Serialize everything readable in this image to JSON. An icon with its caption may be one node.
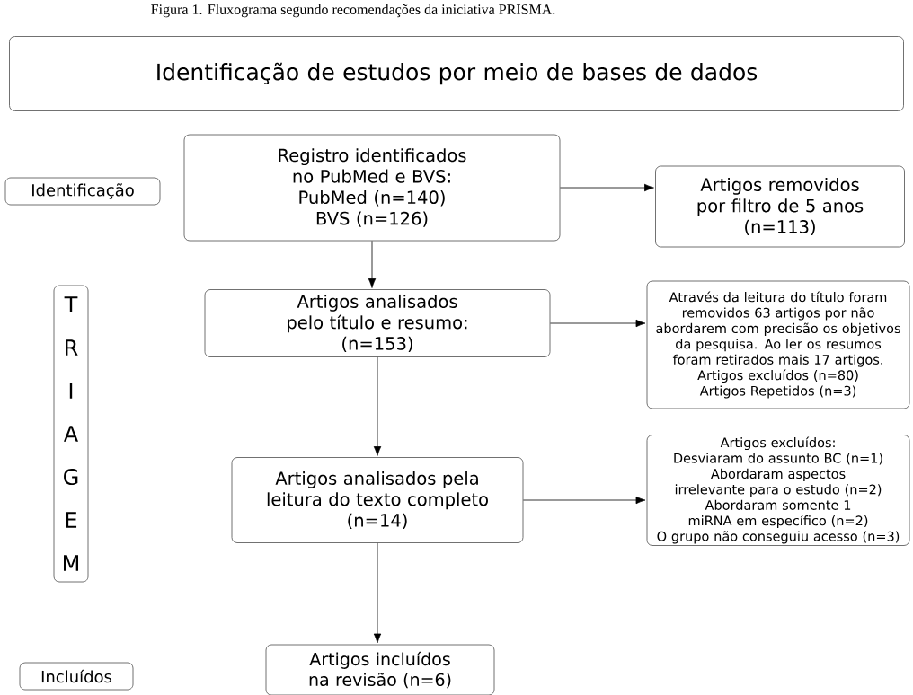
{
  "diagram": {
    "caption": "Figura 1. Fluxograma segundo recomendações da iniciativa PRISMA.",
    "nodes": [
      {
        "text": [
          "Identificação de estudos por meio de bases de dados"
        ]
      },
      {
        "text": [
          "Identificação"
        ]
      },
      {
        "text": [
          "Registro identificados no PubMed e BVS:",
          "PubMed (n=140)",
          "BVS (n=126)"
        ]
      },
      {
        "text": [
          "Artigos removidos por filtro de 5 anos",
          "(n=113)"
        ]
      },
      {
        "text": [
          "TRIAGEM"
        ]
      },
      {
        "text": [
          "Artigos analisados pelo título e resumo:",
          "(n=153)"
        ]
      },
      {
        "text": [
          "Através da leitura do título foram removidos 63 artigos por não abordarem com precisão os objetivos da pesquisa. Ao ler os resumos foram retirados mais 17 artigos.",
          "Artigos excluídos (n=80)",
          "Artigos Repetidos (n=3)"
        ]
      },
      {
        "text": [
          "Artigos analisados pela leitura do texto completo",
          "(n=14)"
        ]
      },
      {
        "text": [
          "Artigos excluídos:",
          "Desviaram do assunto BC (n=1)",
          "Abordaram aspectos irrelevante para o estudo (n=2)",
          "Abordaram somente 1 miRNA em específico (n=2)",
          "O grupo não conseguiu acesso (n=3)"
        ]
      },
      {
        "text": [
          "Incluídos"
        ]
      },
      {
        "text": [
          "Artigos incluídos na revisão (n=6)"
        ]
      }
    ],
    "edges": [
      {
        "from": 2,
        "to": 3,
        "arrow": "to"
      },
      {
        "from": 2,
        "to": 5,
        "arrow": "to"
      },
      {
        "from": 5,
        "to": 6,
        "arrow": "to"
      },
      {
        "from": 5,
        "to": 7,
        "arrow": "to"
      },
      {
        "from": 7,
        "to": 8,
        "arrow": "to"
      },
      {
        "from": 7,
        "to": 10,
        "arrow": "to"
      }
    ]
  }
}
